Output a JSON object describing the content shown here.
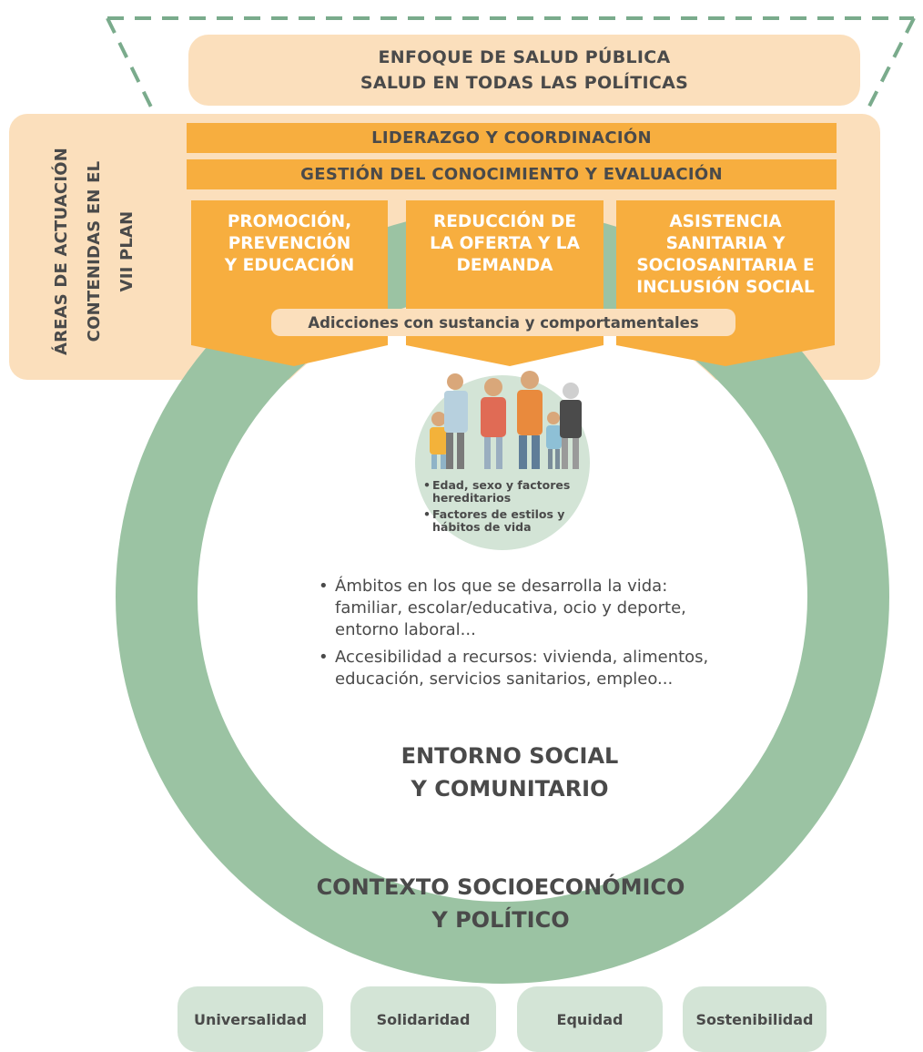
{
  "colors": {
    "light_orange": "#fbdfbc",
    "orange": "#f7ae3f",
    "green_ring": "#9bc3a3",
    "light_green": "#d3e4d6",
    "dashed_line": "#7aab8c",
    "text_dark": "#4a4a4a"
  },
  "top": {
    "line1": "ENFOQUE DE SALUD PÚBLICA",
    "line2": "SALUD EN TODAS LAS POLÍTICAS"
  },
  "areas": {
    "vertical_title": [
      "ÁREAS DE ACTUACIÓN",
      "CONTENIDAS EN EL",
      "VII PLAN"
    ],
    "bar1": "LIDERAZGO Y COORDINACIÓN",
    "bar2": "GESTIÓN DEL CONOCIMIENTO Y EVALUACIÓN",
    "columns": [
      [
        "PROMOCIÓN,",
        "PREVENCIÓN",
        "Y EDUCACIÓN"
      ],
      [
        "REDUCCIÓN DE",
        "LA OFERTA Y LA",
        "DEMANDA"
      ],
      [
        "ASISTENCIA",
        "SANITARIA Y",
        "SOCIOSANITARIA E",
        "INCLUSIÓN SOCIAL"
      ]
    ],
    "subtitle": "Adicciones con sustancia y comportamentales"
  },
  "individual": {
    "icon": "family-people-icon",
    "factors": [
      "Edad, sexo y factores hereditarios",
      "Factores de estilos y hábitos de vida"
    ]
  },
  "entorno": {
    "bullets": [
      "Ámbitos en los que se desarrolla la vida: familiar, escolar/educativa, ocio y deporte, entorno laboral...",
      "Accesibilidad a recursos: vivienda, alimentos, educación, servicios sanitarios, empleo..."
    ],
    "title_line1": "ENTORNO SOCIAL",
    "title_line2": "Y COMUNITARIO"
  },
  "contexto": {
    "line1": "CONTEXTO SOCIOECONÓMICO",
    "line2": "Y POLÍTICO"
  },
  "values": [
    "Universalidad",
    "Solidaridad",
    "Equidad",
    "Sostenibilidad"
  ]
}
